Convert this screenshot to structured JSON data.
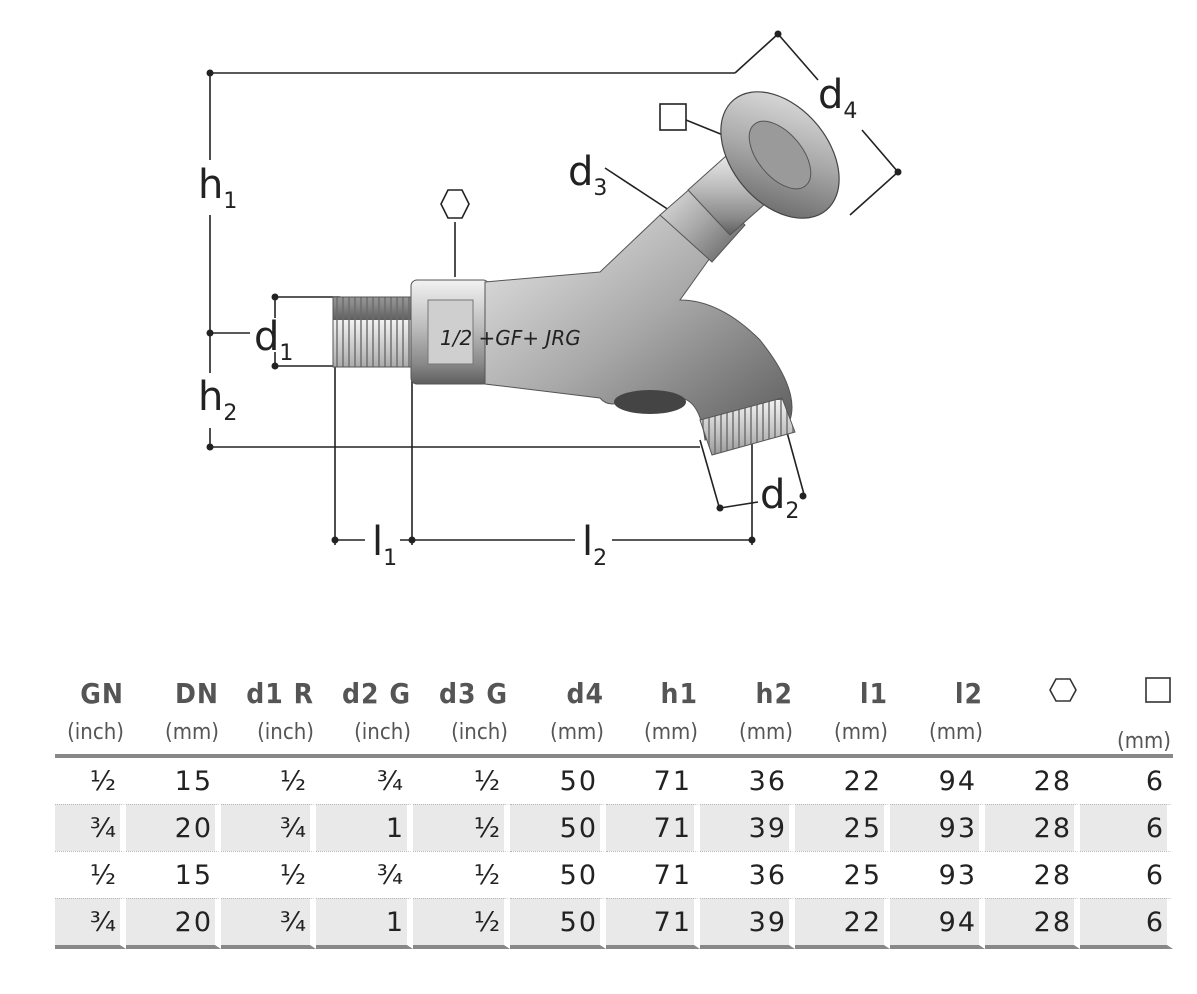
{
  "drawing": {
    "labels": {
      "h1": "h",
      "h1_sub": "1",
      "h2": "h",
      "h2_sub": "2",
      "d1": "d",
      "d1_sub": "1",
      "d2": "d",
      "d2_sub": "2",
      "d3": "d",
      "d3_sub": "3",
      "d4": "d",
      "d4_sub": "4",
      "l1": "l",
      "l1_sub": "1",
      "l2": "l",
      "l2_sub": "2"
    },
    "body_marking": "1/2 +GF+ JRG"
  },
  "table": {
    "headers": [
      {
        "name": "GN",
        "unit": "(inch)"
      },
      {
        "name": "DN",
        "unit": "(mm)"
      },
      {
        "name": "d1 R",
        "unit": "(inch)"
      },
      {
        "name": "d2 G",
        "unit": "(inch)"
      },
      {
        "name": "d3 G",
        "unit": "(inch)"
      },
      {
        "name": "d4",
        "unit": "(mm)"
      },
      {
        "name": "h1",
        "unit": "(mm)"
      },
      {
        "name": "h2",
        "unit": "(mm)"
      },
      {
        "name": "l1",
        "unit": "(mm)"
      },
      {
        "name": "l2",
        "unit": "(mm)"
      },
      {
        "name": "",
        "unit": "",
        "icon": "hexagon-icon"
      },
      {
        "name": "",
        "unit": "(mm)",
        "icon": "square-icon"
      }
    ],
    "rows": [
      [
        "½",
        "15",
        "½",
        "¾",
        "½",
        "50",
        "71",
        "36",
        "22",
        "94",
        "28",
        "6"
      ],
      [
        "¾",
        "20",
        "¾",
        "1",
        "½",
        "50",
        "71",
        "39",
        "25",
        "93",
        "28",
        "6"
      ],
      [
        "½",
        "15",
        "½",
        "¾",
        "½",
        "50",
        "71",
        "36",
        "25",
        "93",
        "28",
        "6"
      ],
      [
        "¾",
        "20",
        "¾",
        "1",
        "½",
        "50",
        "71",
        "39",
        "22",
        "94",
        "28",
        "6"
      ]
    ]
  }
}
